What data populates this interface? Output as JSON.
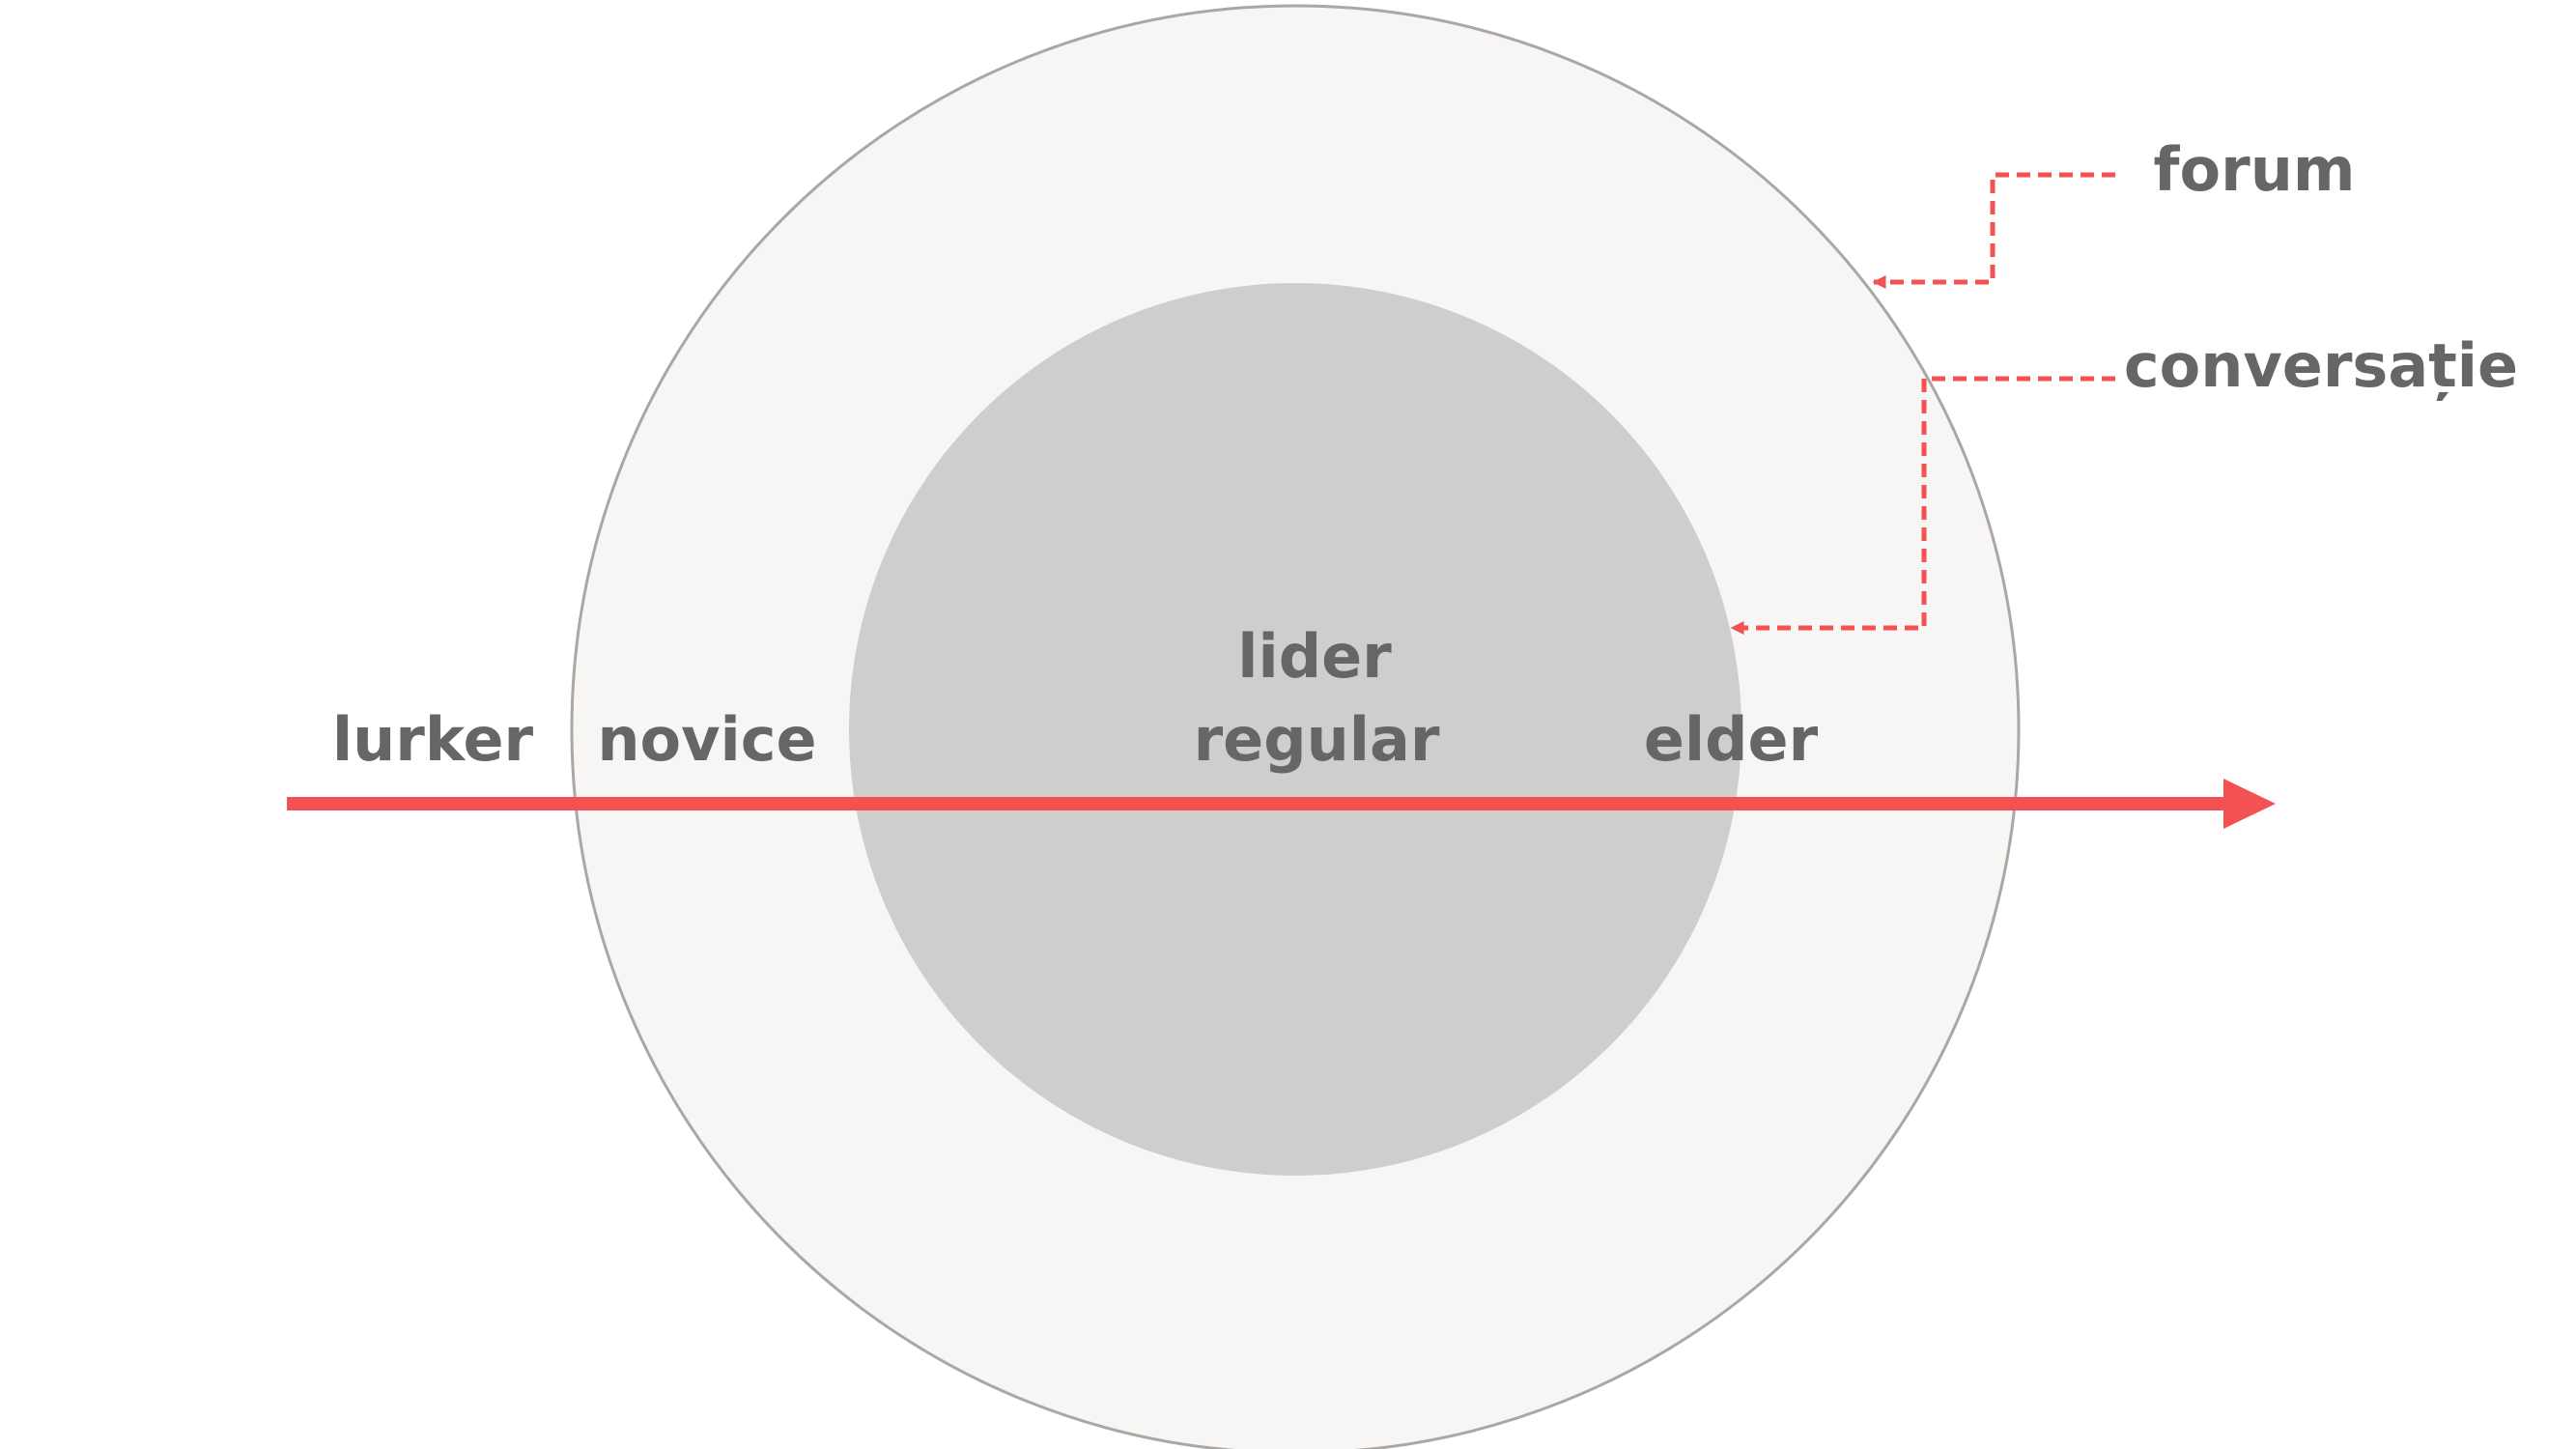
{
  "labels": {
    "lurker": "lurker",
    "novice": "novice",
    "lider": "lider",
    "regular": "regular",
    "elder": "elder",
    "forum": "forum",
    "conversatie": "conversație"
  },
  "colors": {
    "outer_circle_fill": "#f7f6f5",
    "outer_circle_stroke": "#aaa7a5",
    "inner_circle_fill": "#cfcecc",
    "arrow": "#f25252",
    "text": "#666666",
    "background": "#ffffff"
  }
}
